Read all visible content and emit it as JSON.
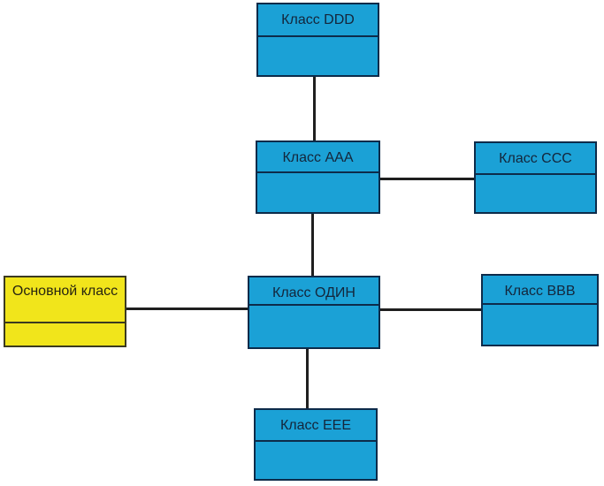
{
  "diagram": {
    "classes": {
      "ddd": {
        "label": "Класс DDD"
      },
      "aaa": {
        "label": "Класс ААА"
      },
      "ccc": {
        "label": "Класс ССС"
      },
      "odin": {
        "label": "Класс ОДИН"
      },
      "bbb": {
        "label": "Класс BBB"
      },
      "eee": {
        "label": "Класс ЕЕЕ"
      },
      "main": {
        "label": "Основной класс"
      }
    },
    "colors": {
      "class_fill": "#1ba1d6",
      "primary_fill": "#f1e51b",
      "border": "#0d2b4a",
      "connector": "#1f1f1f"
    }
  }
}
